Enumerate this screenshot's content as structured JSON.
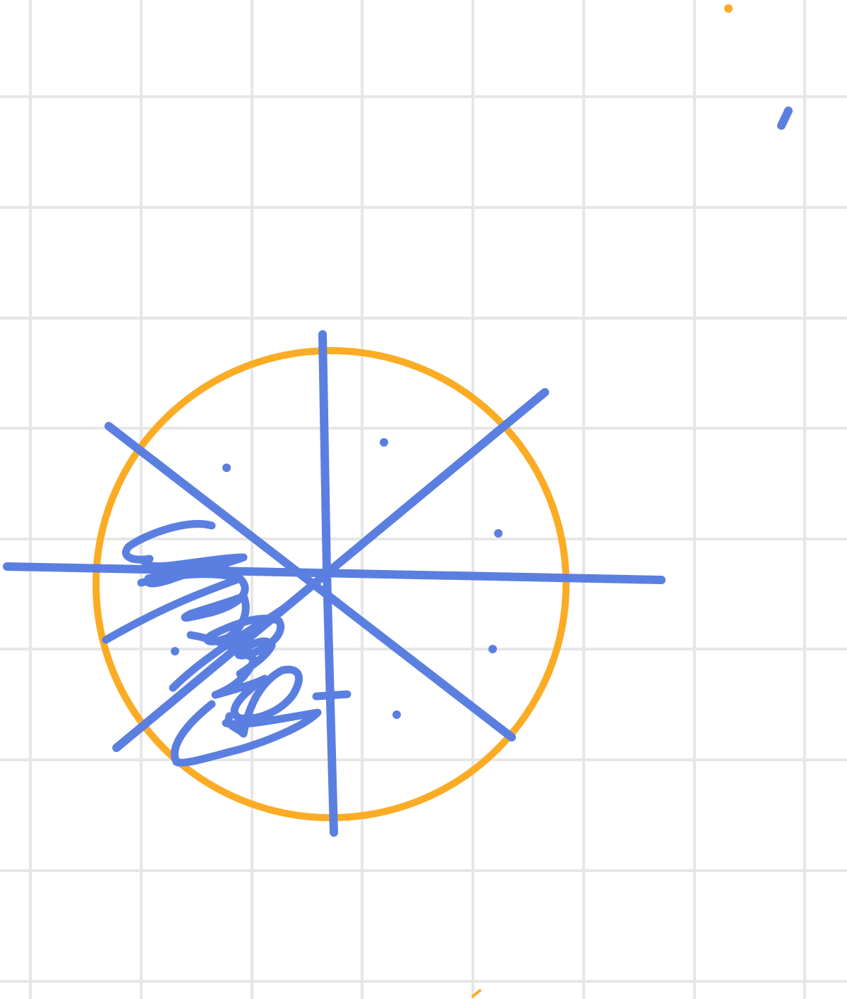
{
  "canvas": {
    "tool": "drawing-canvas",
    "background": "grid-paper"
  },
  "colors": {
    "background": "#ffffff",
    "grid": "#e6e6e6",
    "orange_ink": "#fbac24",
    "blue_ink": "#5b7fe0"
  },
  "strokes": [
    {
      "name": "circle-stroke",
      "color": "orange"
    },
    {
      "name": "horizontal-line-stroke",
      "color": "blue"
    },
    {
      "name": "vertical-line-stroke",
      "color": "blue"
    },
    {
      "name": "diagonal-line-stroke-1",
      "color": "blue"
    },
    {
      "name": "diagonal-line-stroke-2",
      "color": "blue"
    },
    {
      "name": "scribble-stroke",
      "color": "blue"
    },
    {
      "name": "dot-marks",
      "color": "blue"
    }
  ]
}
